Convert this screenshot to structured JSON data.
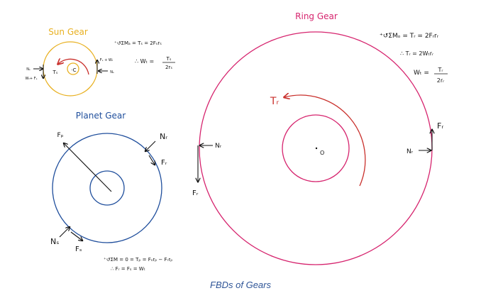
{
  "caption": "FBDs of Gears",
  "colors": {
    "sun": "#e8b020",
    "sun_torque": "#c9302c",
    "planet": "#1f4e9c",
    "ring": "#d6246e",
    "ink": "#111111"
  },
  "sun_gear": {
    "title": "Sun Gear",
    "torque_label": "Tₛ",
    "center_label": "·C",
    "left_force_top": "Nₛ",
    "left_force_bottom": "Wₜ+ Fₛ",
    "right_force_top": "Fₛ + Wₜ",
    "right_force_bottom": "Nₛ",
    "eq1": "⁺↺ΣMₐ = Tₛ = 2Fₛrₛ",
    "eq2a": "∴ Wₜ =",
    "eq2_num": "Tₛ",
    "eq2_den": "2rₛ"
  },
  "planet_gear": {
    "title": "Planet Gear",
    "label_fp": "Fₚ",
    "label_nr": "Nᵣ",
    "label_fr": "Fᵣ",
    "label_ns": "Nₛ",
    "label_fs": "Fₛ",
    "eq1": "⁺↺ΣM = 0 = Tₚ = Fₛrₚ − Fᵣrₚ",
    "eq2": "∴ Fᵣ = Fₛ = Wₜ"
  },
  "ring_gear": {
    "title": "Ring Gear",
    "torque_label": "Tᵣ",
    "center_label": "O",
    "left_force_n": "Nᵣ",
    "left_force_f": "Fᵣ",
    "right_force_n": "Nᵣ",
    "right_force_f": "Fᵣ",
    "eq1": "⁺↺ΣMₒ = Tᵣ = 2Fᵣrᵣ",
    "eq2": "∴ Tᵣ = 2Wₜrᵣ",
    "eq3a": "Wₜ =",
    "eq3_num": "Tᵣ",
    "eq3_den": "2rᵣ"
  }
}
